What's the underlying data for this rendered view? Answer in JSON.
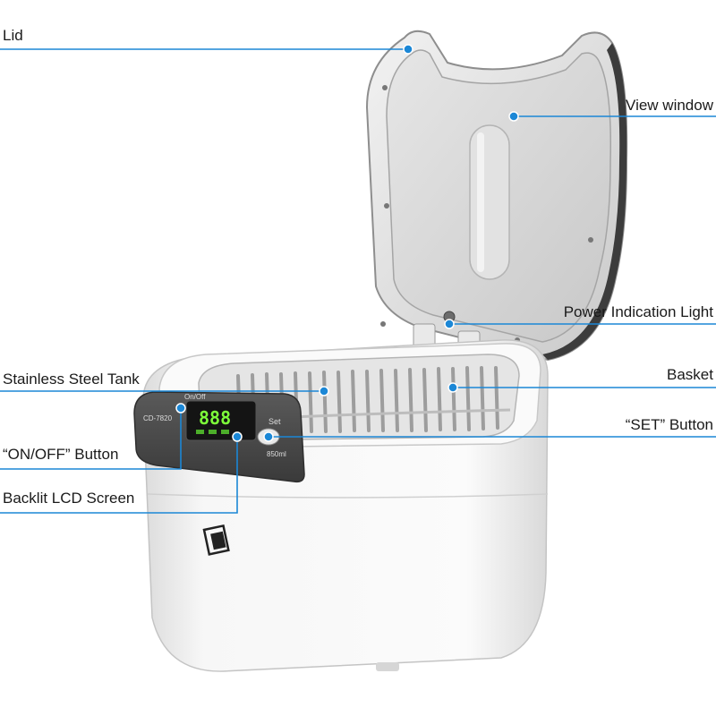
{
  "callouts": {
    "lid": "Lid",
    "view_window": "View window",
    "power_light": "Power Indication Light",
    "steel_tank": "Stainless Steel Tank",
    "basket": "Basket",
    "set_button": "“SET” Button",
    "onoff_button": "“ON/OFF” Button",
    "lcd_screen": "Backlit LCD Screen"
  },
  "device_panel": {
    "model": "CD-7820",
    "on_off": "On/Off",
    "set": "Set",
    "capacity": "850ml",
    "display": "888"
  },
  "colors": {
    "leader_line": "#1b87d6",
    "lcd_digits": "#7dff3a",
    "panel": "#4a4a4a",
    "body": "#f4f4f4"
  }
}
